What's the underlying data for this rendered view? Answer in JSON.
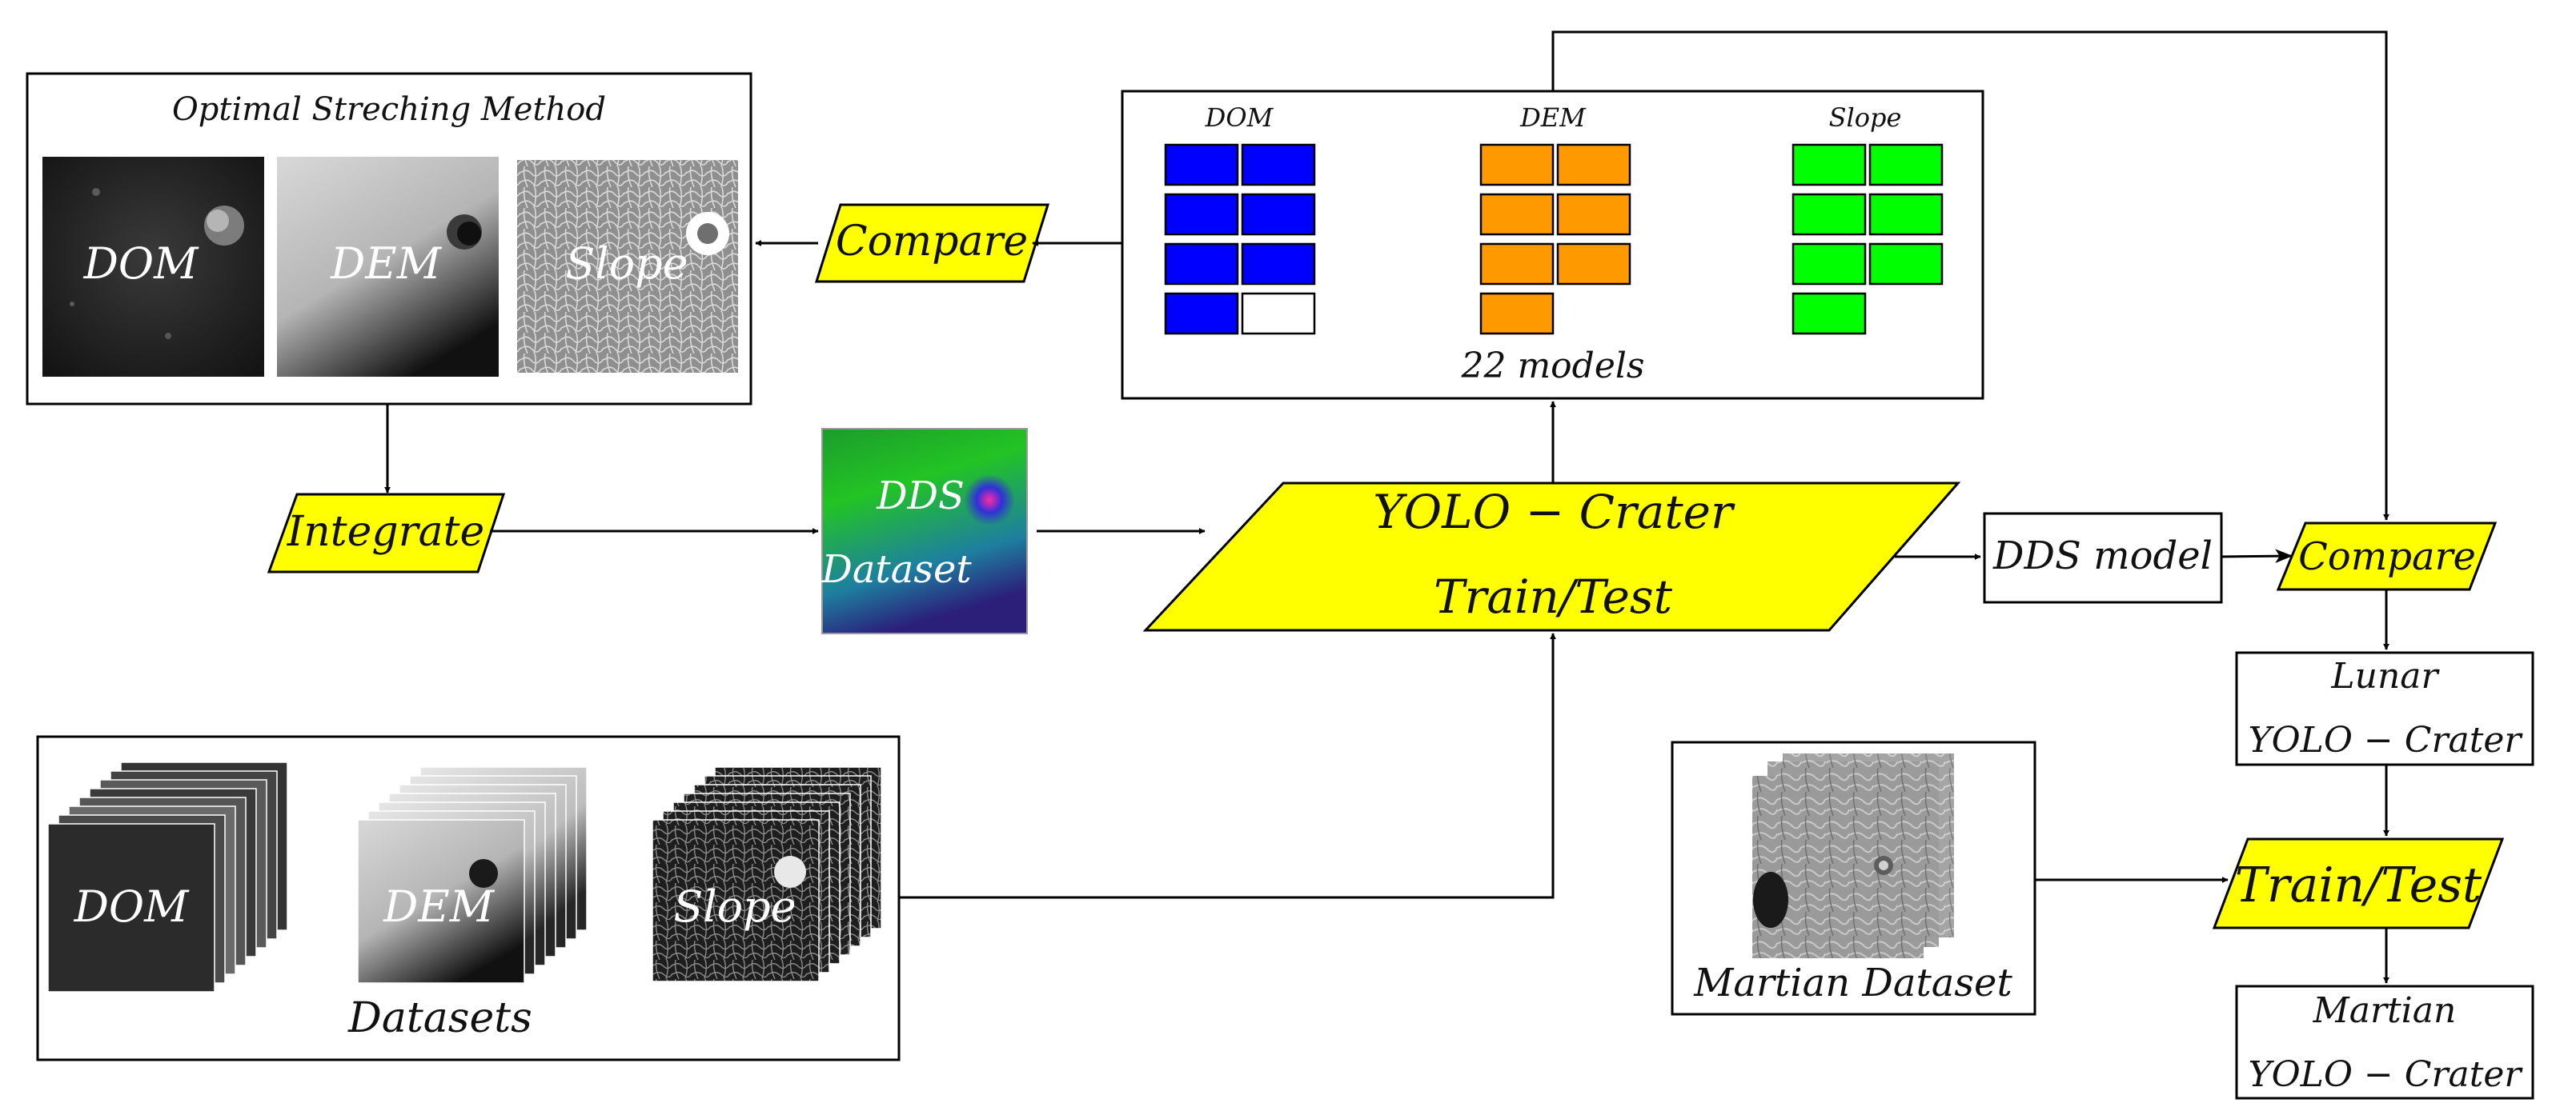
{
  "stretching_panel": {
    "title": "Optimal Streching Method",
    "images": [
      "DOM",
      "DEM",
      "Slope"
    ]
  },
  "models_panel": {
    "columns": [
      "DOM",
      "DEM",
      "Slope"
    ],
    "tile_counts": [
      7,
      7,
      7
    ],
    "caption": "22 models",
    "colors": {
      "dom": "#0000ff",
      "dem": "#ff9900",
      "slope": "#00ff00",
      "empty": "#ffffff"
    }
  },
  "compare_top": "Compare",
  "integrate": "Integrate",
  "dds_dataset": {
    "line1": "DDS",
    "line2": "Dataset"
  },
  "yolo_train": {
    "line1": "YOLO − Crater",
    "line2": "Train/Test"
  },
  "dds_model": "DDS model",
  "compare_right": "Compare",
  "lunar_box": {
    "line1": "Lunar",
    "line2": "YOLO − Crater"
  },
  "datasets_panel": {
    "stacks": [
      "DOM",
      "DEM",
      "Slope"
    ],
    "caption": "Datasets"
  },
  "martian_dataset": "Martian Dataset",
  "train_test_right": "Train/Test",
  "martian_box": {
    "line1": "Martian",
    "line2": "YOLO − Crater"
  },
  "colors": {
    "highlight": "#ffff00",
    "border": "#000000"
  }
}
